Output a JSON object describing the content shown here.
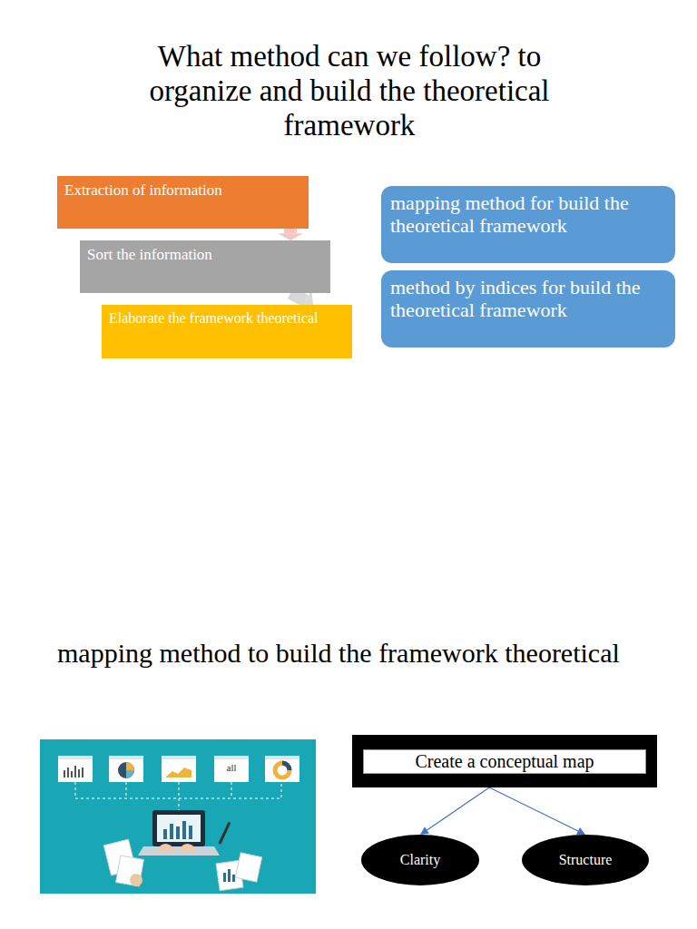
{
  "diagram": {
    "title": "What method can we follow? to organize and build the theoretical framework",
    "nodes": [
      {
        "text": [
          "Extraction of information"
        ]
      },
      {
        "text": [
          "Sort the information"
        ]
      },
      {
        "text": [
          "Elaborate the framework theoretical"
        ]
      },
      {
        "text": [
          "mapping method for build the theoretical framework"
        ]
      },
      {
        "text": [
          "method by indices for build the theoretical framework"
        ]
      },
      {
        "text": [
          "Create a conceptual map"
        ]
      },
      {
        "text": [
          "Clarity"
        ]
      },
      {
        "text": [
          "Structure"
        ]
      }
    ],
    "edges": [
      {
        "from": 0,
        "to": 1,
        "arrow": "to"
      },
      {
        "from": 1,
        "to": 2,
        "arrow": "to"
      },
      {
        "from": 5,
        "to": 6,
        "arrow": "to"
      },
      {
        "from": 5,
        "to": 7,
        "arrow": "to"
      }
    ],
    "labels": [
      "mapping method to build the framework theoretical",
      "all"
    ]
  }
}
